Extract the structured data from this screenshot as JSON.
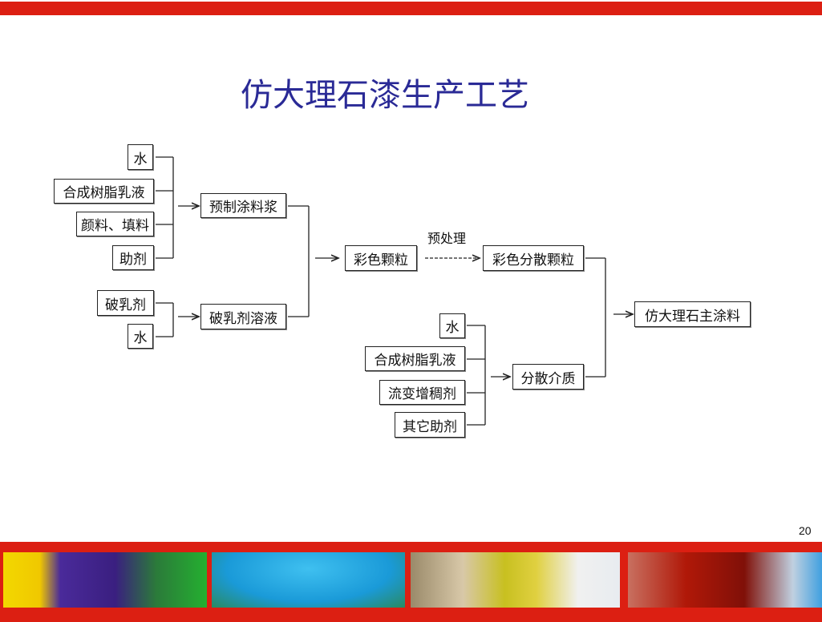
{
  "title": "仿大理石漆生产工艺",
  "page_number": "20",
  "nodes": {
    "water1": "水",
    "resin1": "合成树脂乳液",
    "pigment": "颜料、填料",
    "additive1": "助剂",
    "premix": "预制涂料浆",
    "breaker": "破乳剂",
    "water2": "水",
    "breaker_solution": "破乳剂溶液",
    "color_particles": "彩色颗粒",
    "pretreat_label": "预处理",
    "color_dispersed": "彩色分散颗粒",
    "final": "仿大理石主涂料",
    "water3": "水",
    "resin2": "合成树脂乳液",
    "thickener": "流变增稠剂",
    "other_additives": "其它助剂",
    "dispersion_medium": "分散介质"
  },
  "colors": {
    "accent": "#dc1f12",
    "title": "#2a2a96"
  }
}
